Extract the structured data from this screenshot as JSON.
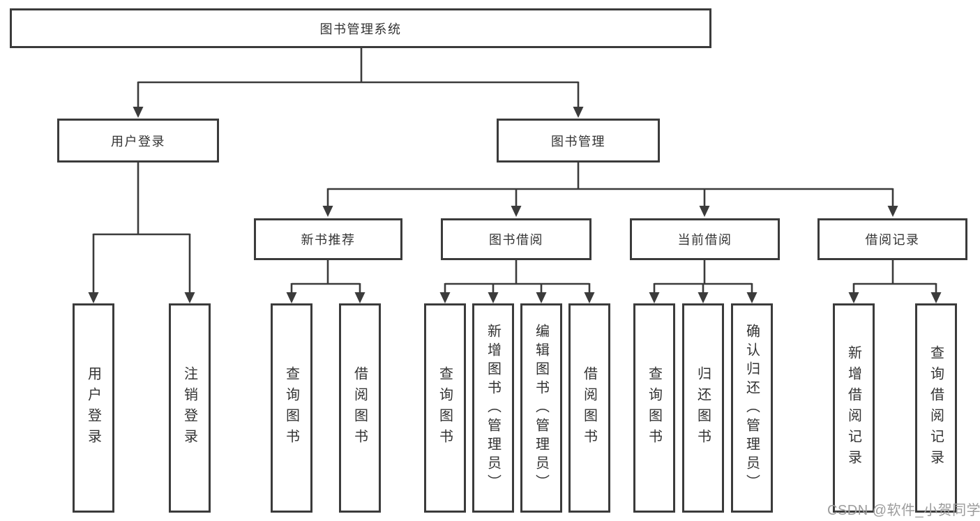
{
  "diagram": {
    "root": {
      "label": "图书管理系统"
    },
    "branches": [
      {
        "label": "用户登录",
        "children": [
          {
            "label": "用户登录"
          },
          {
            "label": "注销登录"
          }
        ]
      },
      {
        "label": "图书管理",
        "children": [
          {
            "label": "新书推荐",
            "children": [
              {
                "label": "查询图书"
              },
              {
                "label": "借阅图书"
              }
            ]
          },
          {
            "label": "图书借阅",
            "children": [
              {
                "label": "查询图书"
              },
              {
                "label": "新增图书（管理员）"
              },
              {
                "label": "编辑图书（管理员）"
              },
              {
                "label": "借阅图书"
              }
            ]
          },
          {
            "label": "当前借阅",
            "children": [
              {
                "label": "查询图书"
              },
              {
                "label": "归还图书"
              },
              {
                "label": "确认归还（管理员）"
              }
            ]
          },
          {
            "label": "借阅记录",
            "children": [
              {
                "label": "新增借阅记录"
              },
              {
                "label": "查询借阅记录"
              }
            ]
          }
        ]
      }
    ]
  },
  "watermark": {
    "text": "CSDN @软件_小贺同学"
  },
  "colors": {
    "line": "#3b3b3b",
    "text": "#333333",
    "watermark": "#9c9c9c",
    "background": "#ffffff"
  }
}
